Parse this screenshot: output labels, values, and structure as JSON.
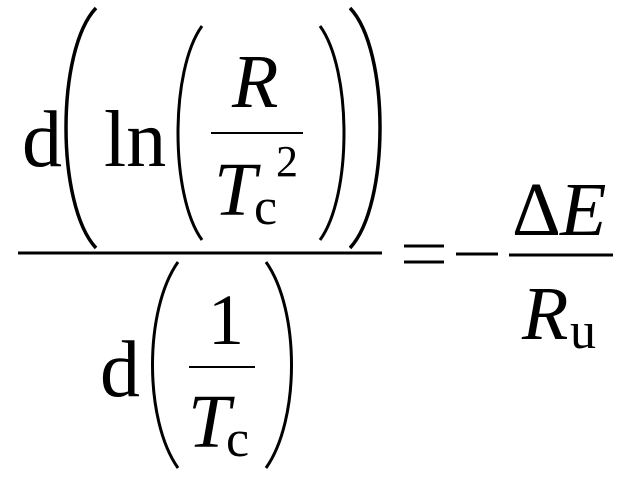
{
  "equation": {
    "numerator": {
      "d": "d",
      "ln": "ln",
      "inner_numerator": "R",
      "inner_denominator_base": "T",
      "inner_denominator_subscript": "c",
      "inner_denominator_exponent": "2"
    },
    "denominator": {
      "d": "d",
      "one": "1",
      "base": "T",
      "subscript": "c"
    },
    "equals": "=",
    "minus": "−",
    "rhs": {
      "numerator_delta": "Δ",
      "numerator_var": "E",
      "denominator_base": "R",
      "denominator_subscript": "u"
    }
  }
}
